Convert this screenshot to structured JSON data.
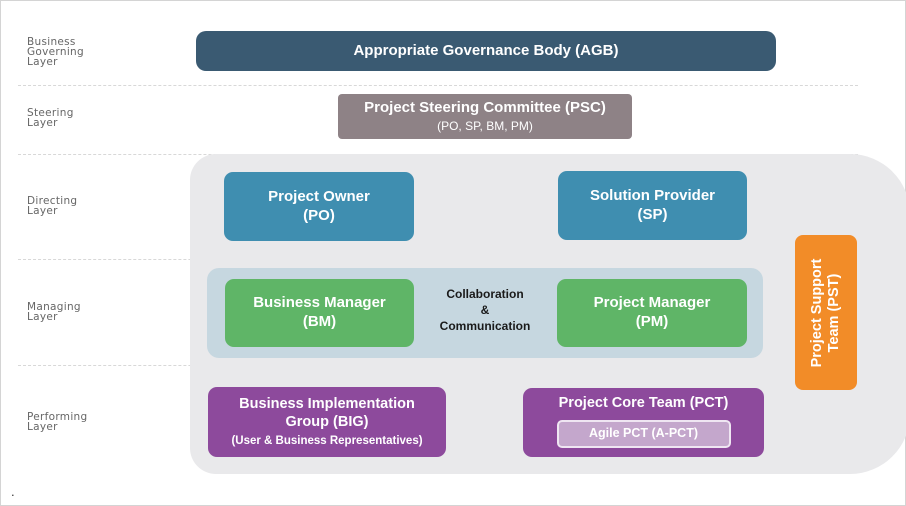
{
  "layers": {
    "business_governing": [
      "Business",
      "Governing",
      "Layer"
    ],
    "steering": [
      "Steering",
      "Layer"
    ],
    "directing": [
      "Directing",
      "Layer"
    ],
    "managing": [
      "Managing",
      "Layer"
    ],
    "performing": [
      "Performing",
      "Layer"
    ]
  },
  "boxes": {
    "agb": {
      "title": "Appropriate Governance Body (AGB)"
    },
    "psc": {
      "title": "Project Steering Committee (PSC)",
      "members": "(PO, SP, BM, PM)"
    },
    "po": {
      "line1": "Project Owner",
      "line2": "(PO)"
    },
    "sp": {
      "line1": "Solution Provider",
      "line2": "(SP)"
    },
    "bm": {
      "line1": "Business Manager",
      "line2": "(BM)"
    },
    "pm": {
      "line1": "Project Manager",
      "line2": "(PM)"
    },
    "collaboration": {
      "line1": "Collaboration",
      "line2": "&",
      "line3": "Communication"
    },
    "big": {
      "line1": "Business Implementation",
      "line2": "Group (BIG)",
      "line3": "(User & Business Representatives)"
    },
    "pct": {
      "title": "Project Core Team (PCT)",
      "agile": "Agile PCT (A-PCT)"
    },
    "pst": {
      "line1": "Project Support",
      "line2": "Team (PST)"
    }
  },
  "footnote": ".",
  "colors": {
    "agb": "#3a5a72",
    "psc": "#8e8286",
    "directing": "#3f8eb0",
    "managing": "#5fb567",
    "performing": "#8d4a9c",
    "support": "#f28c28",
    "panel": "#e9e9eb",
    "managing_band": "#c6d7e0"
  }
}
